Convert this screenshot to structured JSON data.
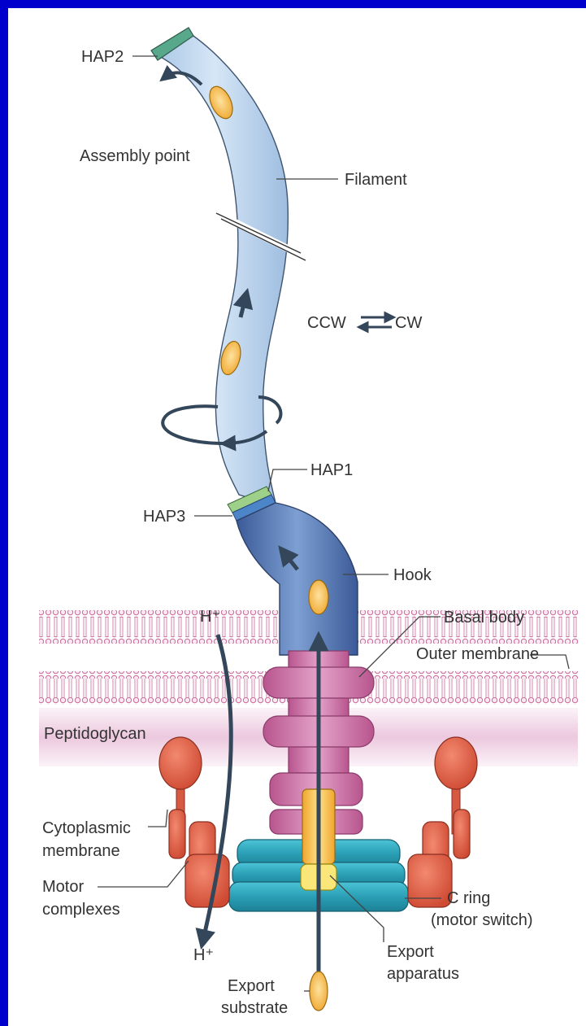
{
  "labels": {
    "hap2": "HAP2",
    "assembly_point": "Assembly point",
    "filament": "Filament",
    "ccw": "CCW",
    "cw": "CW",
    "hap1": "HAP1",
    "hap3": "HAP3",
    "hook": "Hook",
    "basal_body": "Basal body",
    "outer_membrane": "Outer membrane",
    "h_plus_top": "H⁺",
    "peptidoglycan": "Peptidoglycan",
    "cytoplasmic_membrane_1": "Cytoplasmic",
    "cytoplasmic_membrane_2": "membrane",
    "motor_complexes_1": "Motor",
    "motor_complexes_2": "complexes",
    "c_ring_1": "C ring",
    "c_ring_2": "(motor switch)",
    "h_plus_bottom": "H⁺",
    "export_apparatus_1": "Export",
    "export_apparatus_2": "apparatus",
    "export_substrate_1": "Export",
    "export_substrate_2": "substrate"
  },
  "colors": {
    "slide_border": "#0000cc",
    "filament": "#c4daf0",
    "hook": "#5577b0",
    "basal_body": "#d27fb0",
    "peptidoglycan": "#f2dcea",
    "c_ring": "#2aa7bc",
    "motor_complex": "#e0614a",
    "export_apparatus": "#f6c24a",
    "substrate": "#f6c04e",
    "arrow": "#33465a",
    "hap_green": "#58a88c"
  }
}
